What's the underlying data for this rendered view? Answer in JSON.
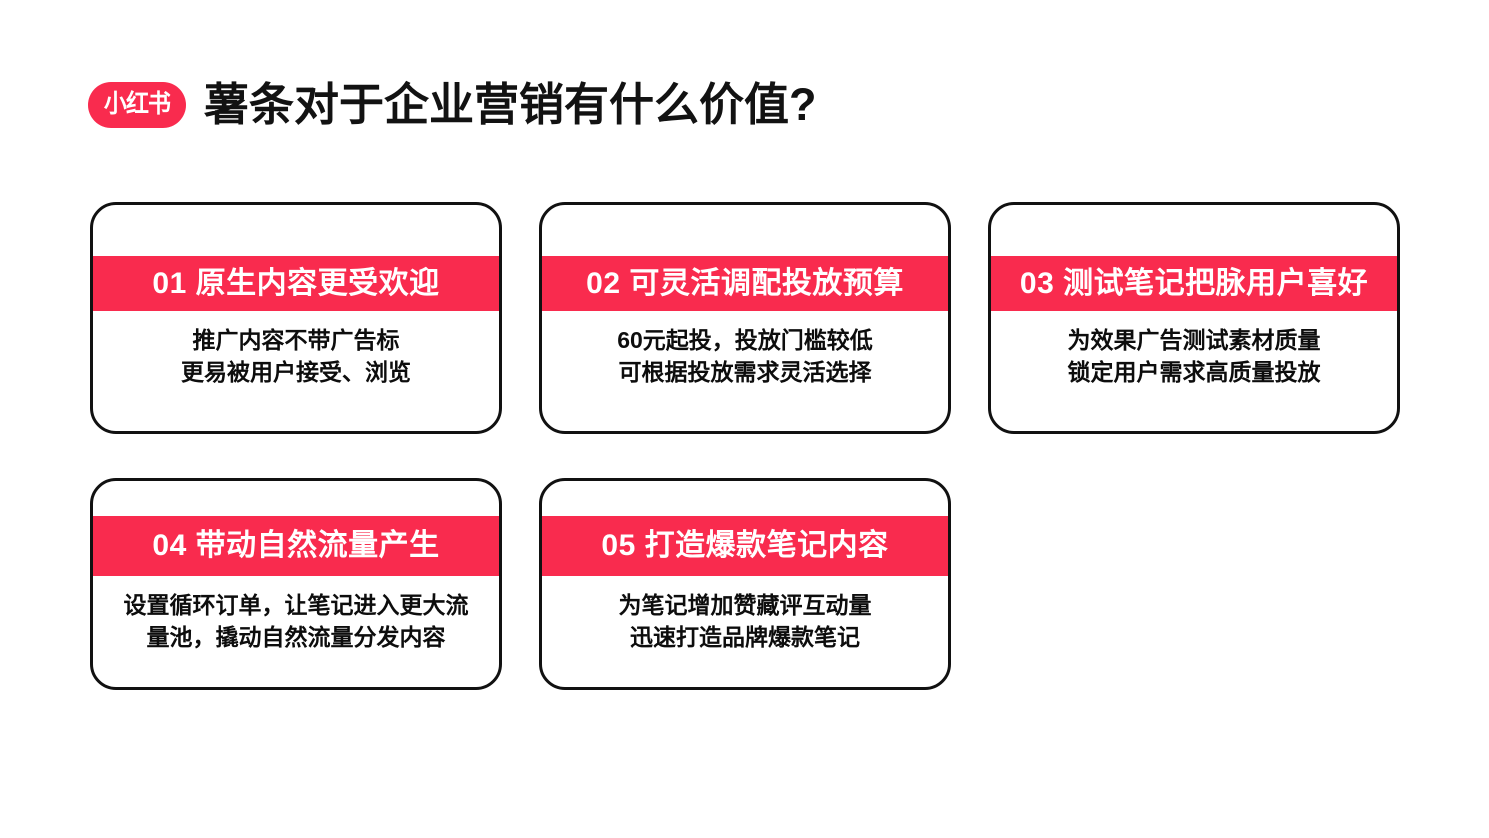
{
  "header": {
    "brand_badge": "小红书",
    "title": "薯条对于企业营销有什么价值?",
    "brand_color": "#F92B4E",
    "title_color": "#121212"
  },
  "cards": [
    {
      "number": "01",
      "heading": "01  原生内容更受欢迎",
      "body_lines": [
        "推广内容不带广告标",
        "更易被用户接受、浏览"
      ]
    },
    {
      "number": "02",
      "heading": "02 可灵活调配投放预算",
      "body_lines": [
        "60元起投，投放门槛较低",
        "可根据投放需求灵活选择"
      ]
    },
    {
      "number": "03",
      "heading": "03 测试笔记把脉用户喜好",
      "body_lines": [
        "为效果广告测试素材质量",
        "锁定用户需求高质量投放"
      ]
    },
    {
      "number": "04",
      "heading": "04 带动自然流量产生",
      "body_lines": [
        "设置循环订单，让笔记进入更大流",
        "量池，撬动自然流量分发内容"
      ]
    },
    {
      "number": "05",
      "heading": "05 打造爆款笔记内容",
      "body_lines": [
        "为笔记增加赞藏评互动量",
        "迅速打造品牌爆款笔记"
      ]
    }
  ]
}
